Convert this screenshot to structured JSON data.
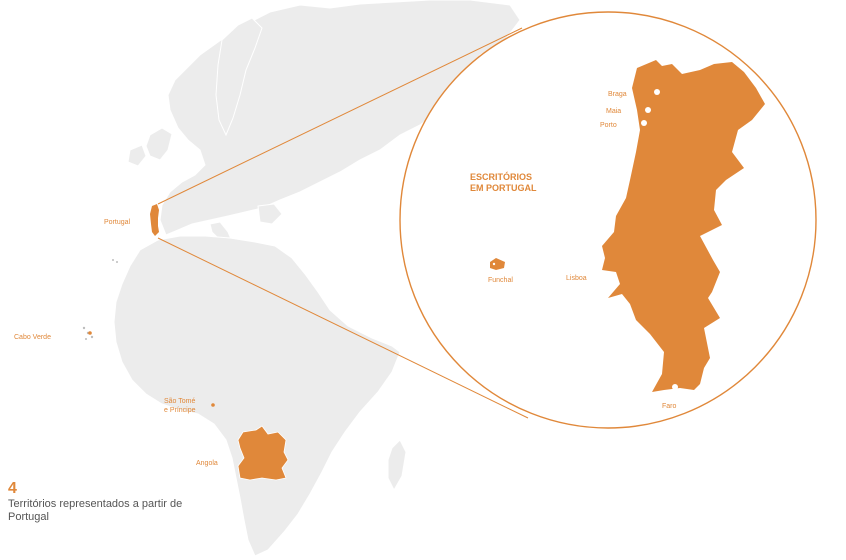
{
  "colors": {
    "accent": "#e0883a",
    "land": "#ececec",
    "land_border": "#ffffff",
    "text": "#555555"
  },
  "labels": {
    "portugal": "Portugal",
    "cabo_verde": "Cabo Verde",
    "sao_tome_1": "São Tomé",
    "sao_tome_2": "e Príncipe",
    "angola": "Angola",
    "escritorios_1": "ESCRITÓRIOS",
    "escritorios_2": "EM PORTUGAL",
    "funchal": "Funchal",
    "lisboa": "Lisboa",
    "faro": "Faro",
    "braga": "Braga",
    "maia": "Maia",
    "porto": "Porto"
  },
  "stat": {
    "number": "4",
    "description": "Territórios representados a partir de Portugal"
  }
}
